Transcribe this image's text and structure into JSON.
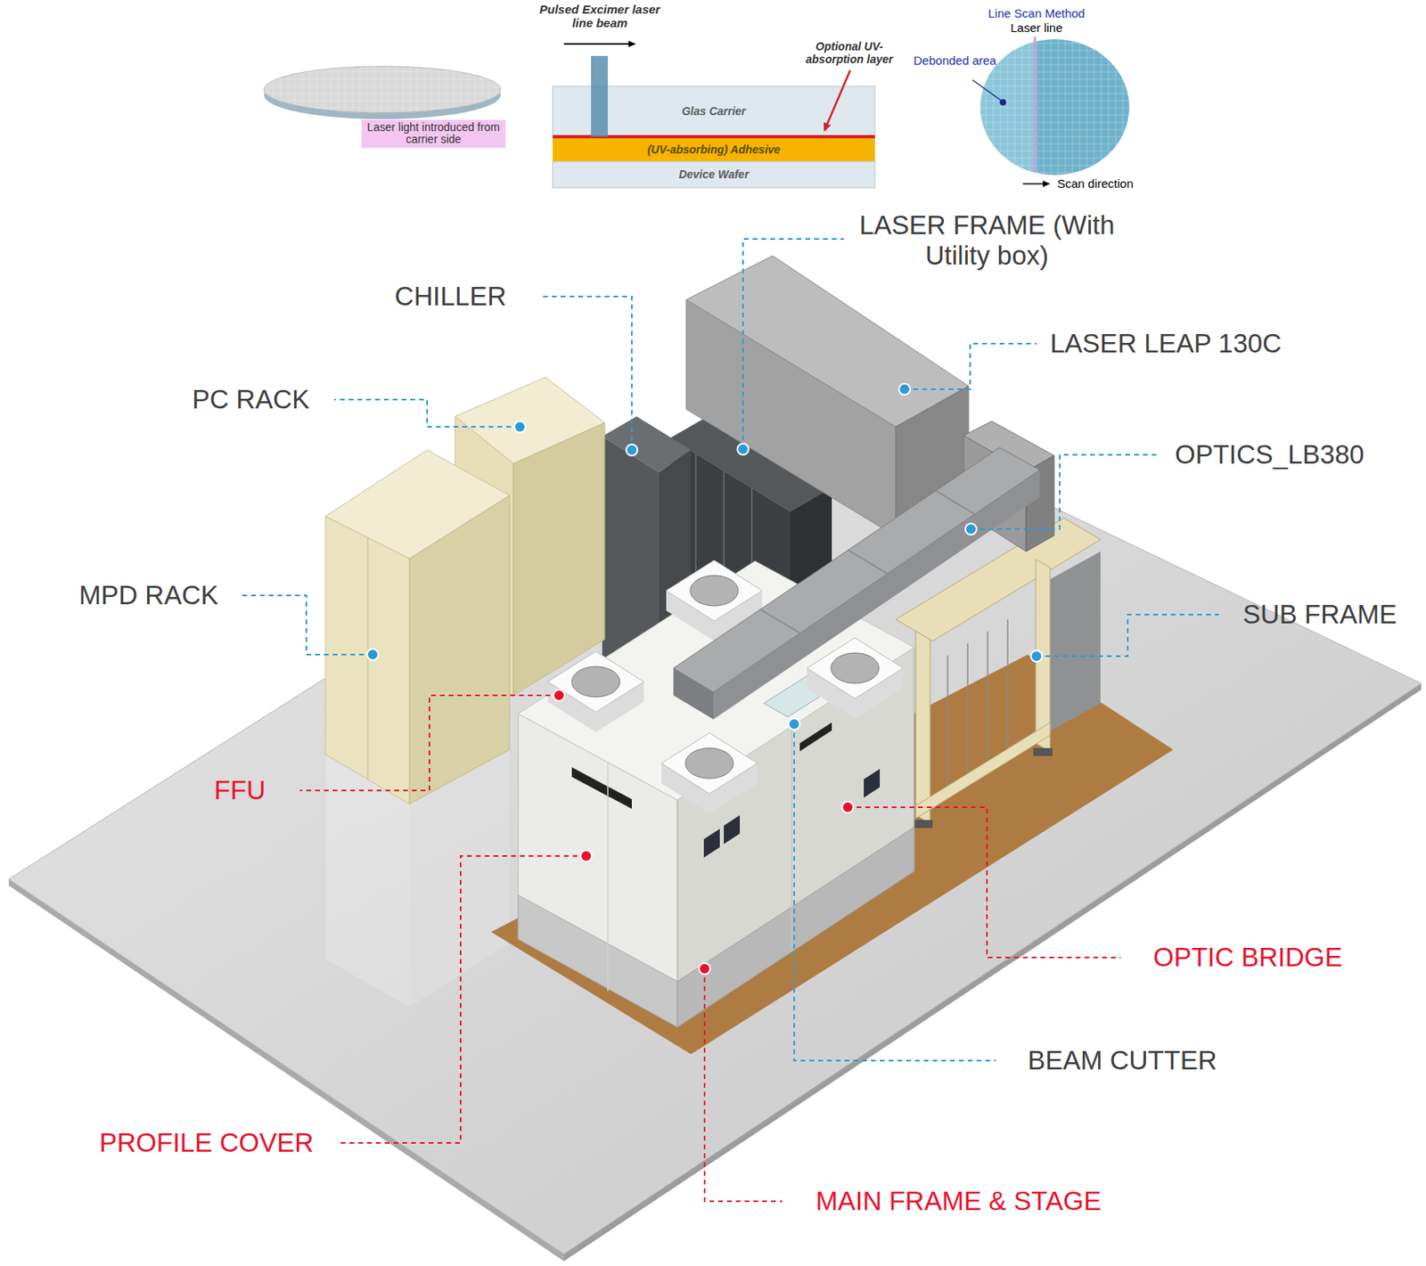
{
  "diagram": {
    "nodes": [
      {
        "text": [
          "Laser light introduced from carrier side"
        ]
      },
      {
        "text": [
          "Glas Carrier"
        ]
      },
      {
        "text": [
          "(UV-absorbing) Adhesive"
        ]
      },
      {
        "text": [
          "Device Wafer"
        ]
      }
    ],
    "labels": [
      "Pulsed Excimer laser line beam",
      "Optional UV-absorption layer",
      "Line Scan Method",
      "Laser line",
      "Debonded area",
      "Scan direction",
      "LASER FRAME (With Utility box)",
      "CHILLER",
      "LASER LEAP 130C",
      "PC RACK",
      "OPTICS_LB380",
      "MPD RACK",
      "SUB FRAME",
      "FFU",
      "OPTIC BRIDGE",
      "BEAM CUTTER",
      "PROFILE COVER",
      "MAIN FRAME & STAGE"
    ]
  }
}
